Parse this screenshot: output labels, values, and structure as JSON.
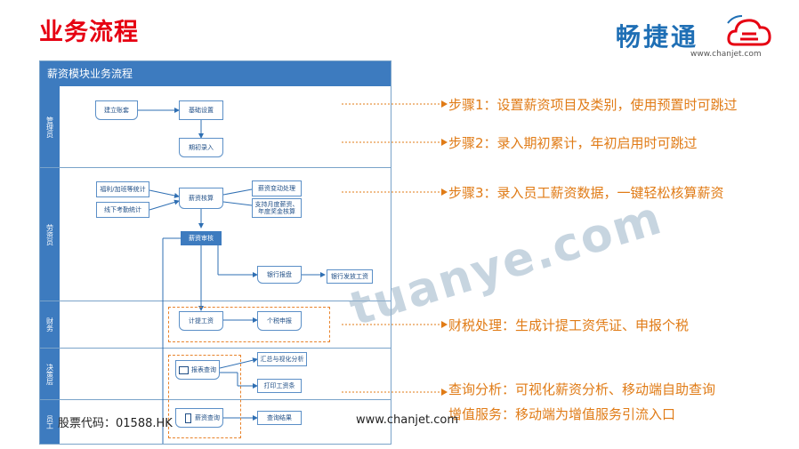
{
  "header": {
    "title": "业务流程"
  },
  "logo": {
    "text": "畅捷通",
    "url": "www.chanjet.com"
  },
  "flow": {
    "title": "薪资模块业务流程",
    "lanes": [
      "管理员",
      "劳资员",
      "财务",
      "决策层",
      "员工"
    ],
    "nodes": {
      "create_account": "建立账套",
      "basic_settings": "基础设置",
      "initial_entry": "期初录入",
      "welfare_stats": "福利/加班等统计",
      "offline_attendance": "线下考勤统计",
      "salary_calc": "薪资核算",
      "salary_change": "薪资变动处理",
      "support_note": "支持月度薪资、年度奖金核算",
      "salary_review": "薪资审核",
      "bank_report": "银行报盘",
      "bank_payment": "银行发放工资",
      "accrue_salary": "计提工资",
      "income_tax": "个税申报",
      "report_query": "报表查询",
      "summary_analysis": "汇总与视化分析",
      "print_slip": "打印工资条",
      "salary_query": "薪资查询",
      "query_result": "查询结果"
    }
  },
  "steps": [
    "步骤1：设置薪资项目及类别，使用预置时可跳过",
    "步骤2：录入期初累计，年初启用时可跳过",
    "步骤3：录入员工薪资数据，一键轻松核算薪资",
    "财税处理：生成计提工资凭证、申报个税",
    "查询分析：可视化薪资分析、移动端自助查询",
    "增值服务：移动端为增值服务引流入口"
  ],
  "footer": {
    "stock": "股票代码：01588.HK",
    "site": "www.chanjet.com"
  },
  "watermark": "tuanye.com",
  "colors": {
    "title": "#e60012",
    "accent": "#e07b16",
    "lane": "#3d7bbf"
  }
}
